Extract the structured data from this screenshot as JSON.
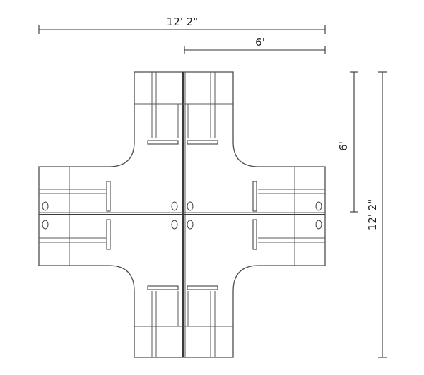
{
  "dimensions": {
    "top_overall": "12' 2\"",
    "top_partial": "6'",
    "right_partial": "6'",
    "right_overall": "12' 2\""
  },
  "colors": {
    "line": "#4d4d4d",
    "dimension": "#333333",
    "background": "#ffffff"
  }
}
